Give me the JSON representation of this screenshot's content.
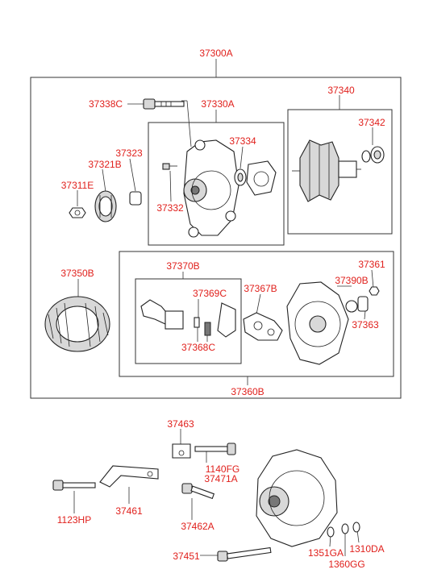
{
  "labels": {
    "assembly": "37300A",
    "bolt_37338c": "37338C",
    "front_bracket": "37330A",
    "rotor": "37340",
    "bearing_37342": "37342",
    "spacer_37323": "37323",
    "pulley": "37321B",
    "nut_37311e": "37311E",
    "bearing_37334": "37334",
    "screw_37332": "37332",
    "stator": "37350B",
    "brush_holder": "37370B",
    "rectifier": "37367B",
    "rear_bracket": "37390B",
    "nut_37361": "37361",
    "brush_37369c": "37369C",
    "spring_37368c": "37368C",
    "cap_37363": "37363",
    "rear_assembly": "37360B",
    "brace_plate": "37463",
    "bolt_1140fg": "1140FG",
    "bolt_37471a": "37471A",
    "bolt_1123hp": "1123HP",
    "bracket_37461": "37461",
    "bolt_37462a": "37462A",
    "bolt_37451": "37451",
    "washer_1351ga": "1351GA",
    "nut_1310da": "1310DA",
    "nut_1360gg": "1360GG"
  }
}
